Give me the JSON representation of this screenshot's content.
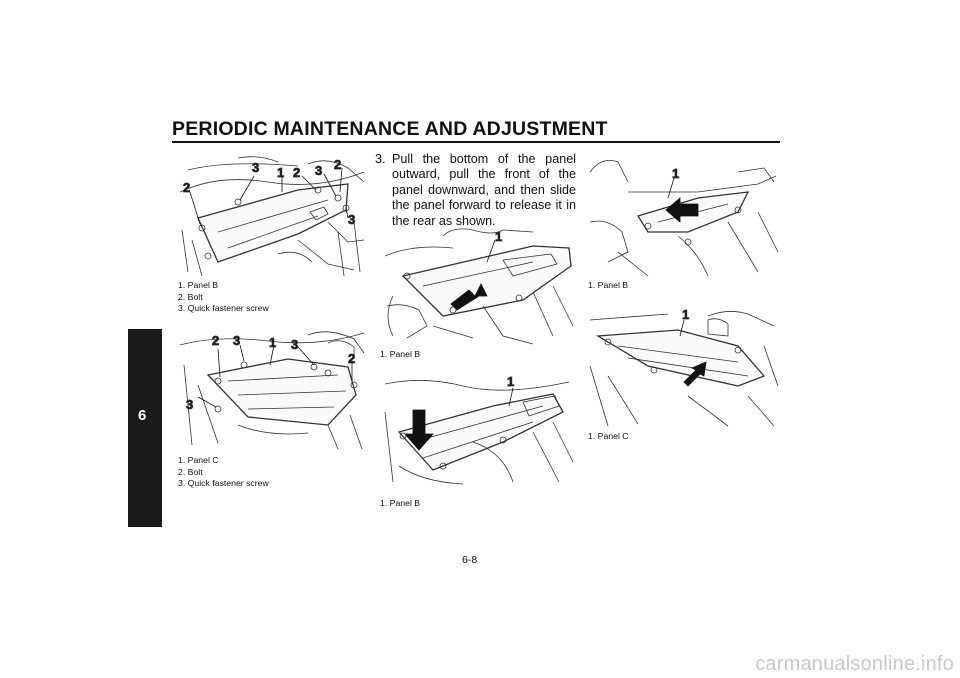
{
  "header": {
    "title": "PERIODIC MAINTENANCE AND ADJUSTMENT"
  },
  "chapter_tab": {
    "number": "6"
  },
  "figures": [
    {
      "callouts": [
        "2",
        "3",
        "1",
        "2",
        "3",
        "2",
        "3"
      ],
      "legend": [
        "1. Panel B",
        "2. Bolt",
        "3. Quick fastener screw"
      ]
    },
    {
      "callouts": [
        "2",
        "3",
        "1",
        "3",
        "2",
        "3"
      ],
      "legend": [
        "1. Panel C",
        "2. Bolt",
        "3. Quick fastener screw"
      ]
    },
    {
      "callouts": [
        "1"
      ],
      "legend": [
        "1. Panel B"
      ]
    },
    {
      "callouts": [
        "1"
      ],
      "legend": [
        "1. Panel B"
      ]
    },
    {
      "callouts": [
        "1"
      ],
      "legend": [
        "1. Panel B"
      ]
    },
    {
      "callouts": [
        "1"
      ],
      "legend": [
        "1. Panel C"
      ]
    }
  ],
  "step": {
    "number": "3.",
    "text": "Pull the bottom of the panel outward, pull the front of the panel downward, and then slide the panel forward to release it in the rear as shown."
  },
  "page_number": "6-8",
  "watermark": "carmanualsonline.info"
}
